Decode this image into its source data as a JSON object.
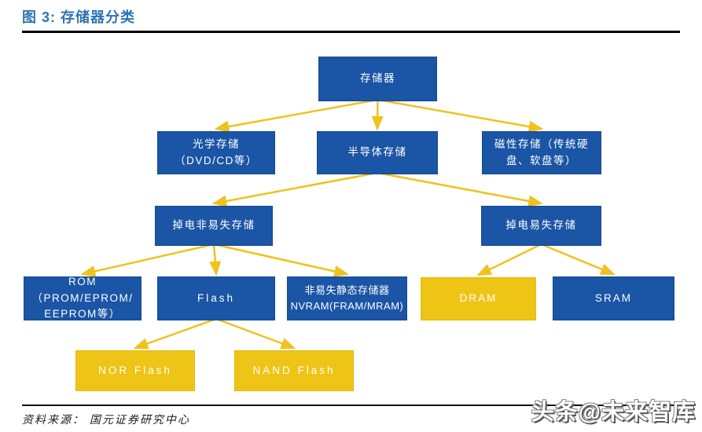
{
  "page": {
    "title": "图 3: 存储器分类",
    "source": "资料来源： 国元证券研究中心",
    "watermark": "头条@未来智库"
  },
  "diagram": {
    "type": "tree",
    "nodes": {
      "storage": {
        "label": "存储器",
        "color": "blue"
      },
      "optical": {
        "label": "光学存储\n（DVD/CD等）",
        "color": "blue"
      },
      "semiconductor": {
        "label": "半导体存储",
        "color": "blue"
      },
      "magnetic": {
        "label": "磁性存储（传统硬\n盘、软盘等）",
        "color": "blue"
      },
      "nonvolatile": {
        "label": "掉电非易失存储",
        "color": "blue"
      },
      "volatile": {
        "label": "掉电易失存储",
        "color": "blue"
      },
      "rom": {
        "label": "ROM（PROM/EPROM/\nEEPROM等）",
        "color": "blue"
      },
      "flash": {
        "label": "Flash",
        "color": "blue"
      },
      "nvram": {
        "label": "非易失静态存储器\nNVRAM(FRAM/MRAM)",
        "color": "blue"
      },
      "dram": {
        "label": "DRAM",
        "color": "yellow"
      },
      "sram": {
        "label": "SRAM",
        "color": "blue"
      },
      "nor_flash": {
        "label": "NOR Flash",
        "color": "yellow"
      },
      "nand_flash": {
        "label": "NAND Flash",
        "color": "yellow"
      }
    },
    "edges": [
      {
        "from": "storage",
        "to": "optical"
      },
      {
        "from": "storage",
        "to": "semiconductor"
      },
      {
        "from": "storage",
        "to": "magnetic"
      },
      {
        "from": "semiconductor",
        "to": "nonvolatile"
      },
      {
        "from": "semiconductor",
        "to": "volatile"
      },
      {
        "from": "nonvolatile",
        "to": "rom"
      },
      {
        "from": "nonvolatile",
        "to": "flash"
      },
      {
        "from": "nonvolatile",
        "to": "nvram"
      },
      {
        "from": "volatile",
        "to": "dram"
      },
      {
        "from": "volatile",
        "to": "sram"
      },
      {
        "from": "flash",
        "to": "nor_flash"
      },
      {
        "from": "flash",
        "to": "nand_flash"
      }
    ],
    "colors": {
      "node_blue": "#1B55A5",
      "node_yellow": "#EEC417",
      "arrow": "#EFC21D",
      "title_blue": "#2E74B5"
    }
  }
}
